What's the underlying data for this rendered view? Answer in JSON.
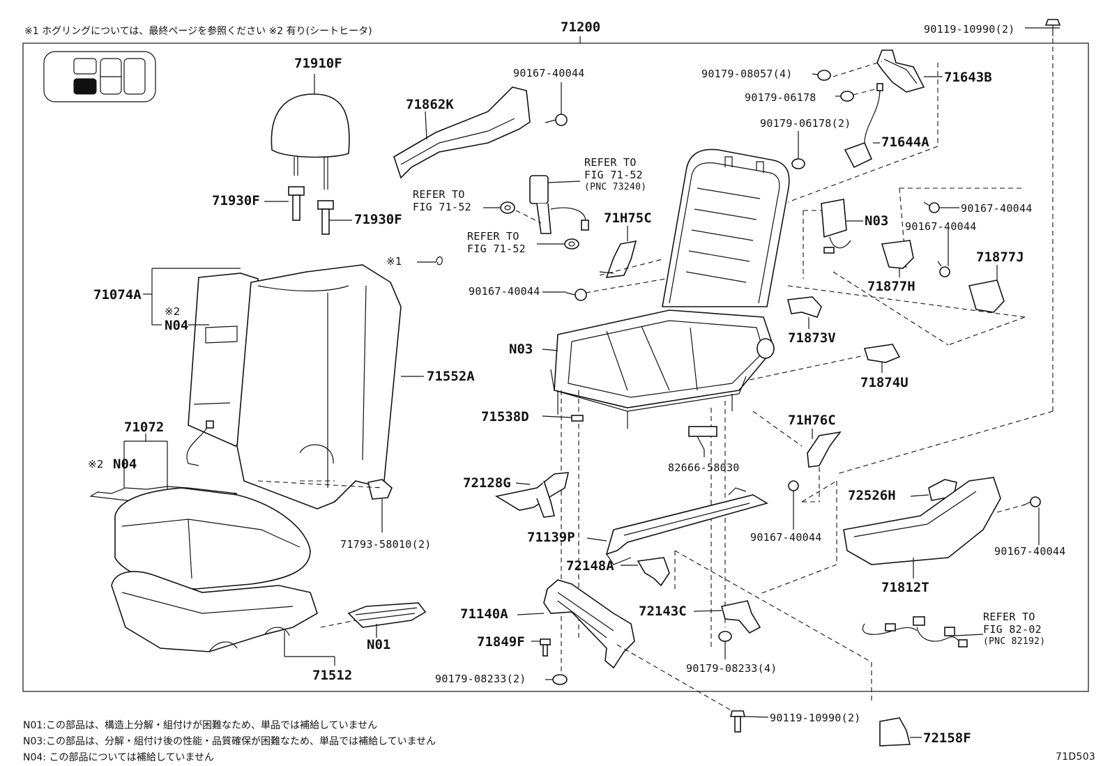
{
  "header": {
    "note_top": "※1 ホグリングについては、最終ページを参照ください ※2 有り(シートヒータ)",
    "main_part": "71200",
    "top_right_bolt": "90119-10990(2)"
  },
  "labels": {
    "headrest": "71910F",
    "support_left": "71930F",
    "support_right": "71930F",
    "shield": "71862K",
    "bolt_top": "90167-40044",
    "ref_a_1": "REFER TO",
    "ref_a_2": "FIG 71-52",
    "ref_a_3": "(PNC 73240)",
    "ref_b_1": "REFER TO",
    "ref_b_2": "FIG 71-52",
    "ref_c_1": "REFER TO",
    "ref_c_2": "FIG 71-52",
    "cover_71h75c": "71H75C",
    "bolt_mid_left": "90167-40044",
    "hog_ring": "※1",
    "back_pad": "71074A",
    "heater_mark_1": "※2",
    "n04_upper": "N04",
    "n03_frame": "N03",
    "back_cover": "71552A",
    "cushion_pad": "71072",
    "heater_mark_2": "※2",
    "n04_lower": "N04",
    "clip": "71793-58010(2)",
    "pad_71538d": "71538D",
    "bracket_72128g": "72128G",
    "sensor": "82666-58030",
    "rail_71139p": "71139P",
    "bracket_72148a": "72148A",
    "bracket_71140a": "71140A",
    "bracket_72143c": "72143C",
    "bolt_71849f": "71849F",
    "nut_left": "90179-08233(2)",
    "nut_right": "90179-08233(4)",
    "n01": "N01",
    "cushion_71512": "71512",
    "nut_08057": "90179-08057(4)",
    "nut_06178": "90179-06178",
    "nut_06178_2": "90179-06178(2)",
    "recliner_71643b": "71643B",
    "cable_71644a": "71644A",
    "bolt_right_1": "90167-40044",
    "n03_side": "N03",
    "bolt_right_2": "90167-40044",
    "cover_71877h": "71877H",
    "cover_71877j": "71877J",
    "cover_71873v": "71873V",
    "cover_71874u": "71874U",
    "cover_71h76c": "71H76C",
    "bolt_mid_right": "90167-40044",
    "knob_72526h": "72526H",
    "bolt_far_right": "90167-40044",
    "shield_71812t": "71812T",
    "ref_d_1": "REFER TO",
    "ref_d_2": "FIG 82-02",
    "ref_d_3": "(PNC 82192)",
    "bolt_bottom": "90119-10990(2)",
    "cover_72158f": "72158F"
  },
  "footer": {
    "note_n01": "N01:この部品は、構造上分解・組付けが困難なため、単品では補給していません",
    "note_n03": "N03:この部品は、分解・組付け後の性能・品質確保が困難なため、単品では補給していません",
    "note_n04": "N04: この部品については補給していません",
    "figure_id": "71D503"
  }
}
